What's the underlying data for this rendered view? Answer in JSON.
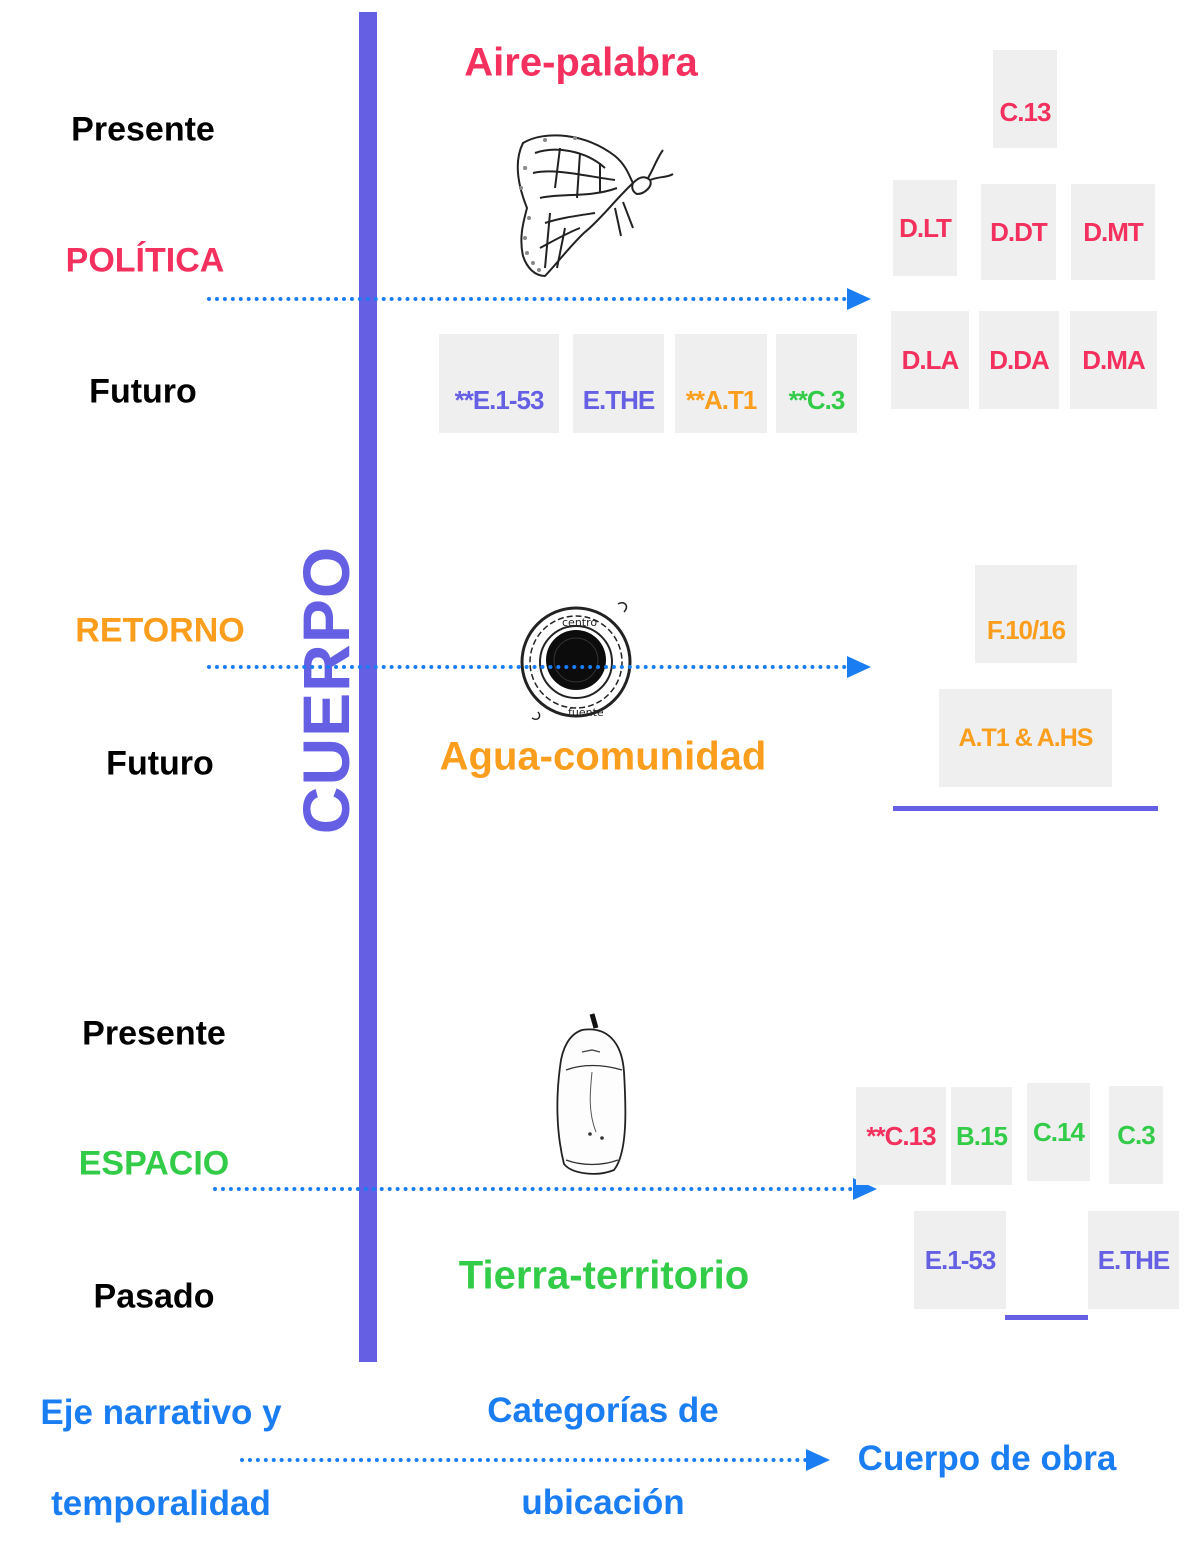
{
  "axis": {
    "label": "CUERPO",
    "color": "#6560e3"
  },
  "narrative": {
    "presente_1": "Presente",
    "politica": "POLÍTICA",
    "futuro_1": "Futuro",
    "retorno": "RETORNO",
    "futuro_2": "Futuro",
    "presente_2": "Presente",
    "espacio": "ESPACIO",
    "pasado": "Pasado"
  },
  "categories": {
    "aire": "Aire-palabra",
    "agua": "Agua-comunidad",
    "tierra": "Tierra-territorio"
  },
  "illustrations": [
    "butterfly-sketch",
    "centro-fuente-sketch",
    "chrysalis-sketch"
  ],
  "illustration_text": {
    "centro": "centro",
    "fuente": "fuente"
  },
  "works": {
    "politica": {
      "top": "C.13",
      "row1": [
        "D.LT",
        "D.DT",
        "D.MT"
      ],
      "row2": [
        "D.LA",
        "D.DA",
        "D.MA"
      ],
      "middle": [
        "**E.1-53",
        "E.THE",
        "**A.T1",
        "**C.3"
      ]
    },
    "retorno": {
      "top": "F.10/16",
      "bottom": "A.T1 & A.HS"
    },
    "espacio": {
      "row1": [
        "**C.13",
        "B.15",
        "C.14",
        "C.3"
      ],
      "row2": [
        "E.1-53",
        "E.THE"
      ]
    }
  },
  "footer": {
    "col1_line1": "Eje narrativo y",
    "col1_line2": "temporalidad",
    "col2_line1": "Categorías de",
    "col2_line2": "ubicación",
    "col3": "Cuerpo de obra"
  },
  "colors": {
    "politica": "#f4305e",
    "retorno": "#fb9e1e",
    "espacio": "#33cc48",
    "cuerpo": "#6560e3",
    "arrow": "#1b7df2"
  }
}
